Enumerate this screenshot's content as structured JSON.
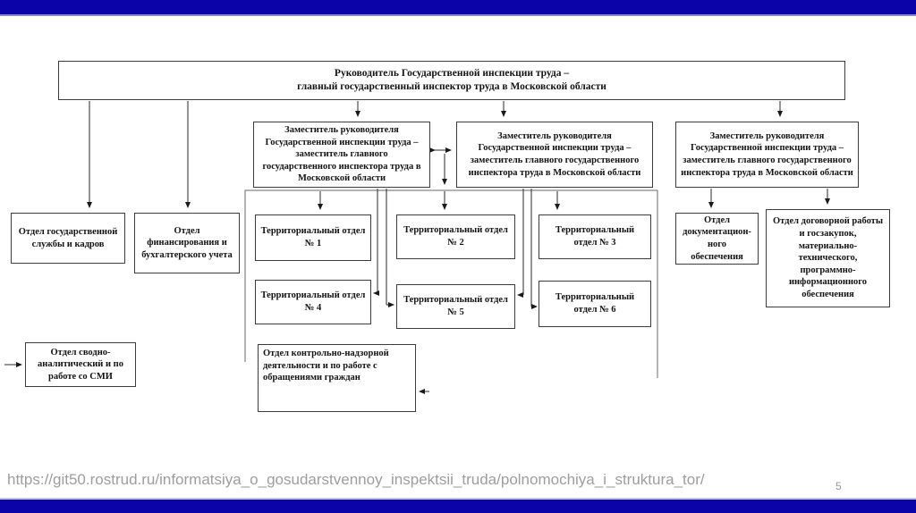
{
  "slide": {
    "accent_color": "#0b03a7",
    "director": {
      "line1": "Руководитель Государственной инспекции труда –",
      "line2": "главный государственный инспектор труда в Московской области"
    },
    "deputies": [
      {
        "label": "Заместитель руководителя Государственной инспекции труда – заместитель главного государственного инспектора труда в Московской области"
      },
      {
        "label": "Заместитель руководителя Государственной инспекции труда – заместитель главного государственного инспектора труда в Московской области"
      },
      {
        "label": "Заместитель руководителя Государственной инспекции труда – заместитель главного государственного инспектора труда в Московской области"
      }
    ],
    "left_departments": [
      {
        "label": "Отдел государственной службы и кадров"
      },
      {
        "label": "Отдел финансирования и бухгалтерского учета"
      }
    ],
    "territorial_departments": [
      {
        "label": "Территориальный отдел № 1"
      },
      {
        "label": "Территориальный отдел № 2"
      },
      {
        "label": "Территориальный отдел № 3"
      },
      {
        "label": "Территориальный отдел № 4"
      },
      {
        "label": "Территориальный отдел № 5"
      },
      {
        "label": "Территориальный отдел № 6"
      }
    ],
    "right_departments": [
      {
        "label": "Отдел документацион-ного обеспечения"
      },
      {
        "label": "Отдел договорной работы и госзакупок, материально-технического, программно-информационного обеспечения"
      }
    ],
    "media_department": {
      "label": "Отдел сводно-аналитический и по работе со СМИ"
    },
    "control_department": {
      "label": "Отдел контрольно-надзорной деятельности и по работе с обращениями граждан"
    },
    "footer": {
      "url": "https://git50.rostrud.ru/informatsiya_o_gosudarstvennoy_inspektsii_truda/polnomochiya_i_struktura_tor/",
      "page_number": "5"
    }
  }
}
